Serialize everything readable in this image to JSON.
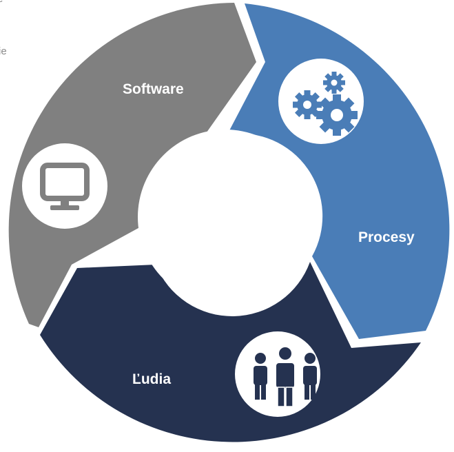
{
  "edge_text": [
    "e",
    "ie"
  ],
  "segments": [
    {
      "id": "software",
      "label": "Software",
      "color": "#808080",
      "icon": "monitor-icon"
    },
    {
      "id": "procesy",
      "label": "Procesy",
      "color": "#4a7db7",
      "icon": "gears-icon"
    },
    {
      "id": "ludia",
      "label": "Ľudia",
      "color": "#253250",
      "icon": "people-icon"
    }
  ]
}
